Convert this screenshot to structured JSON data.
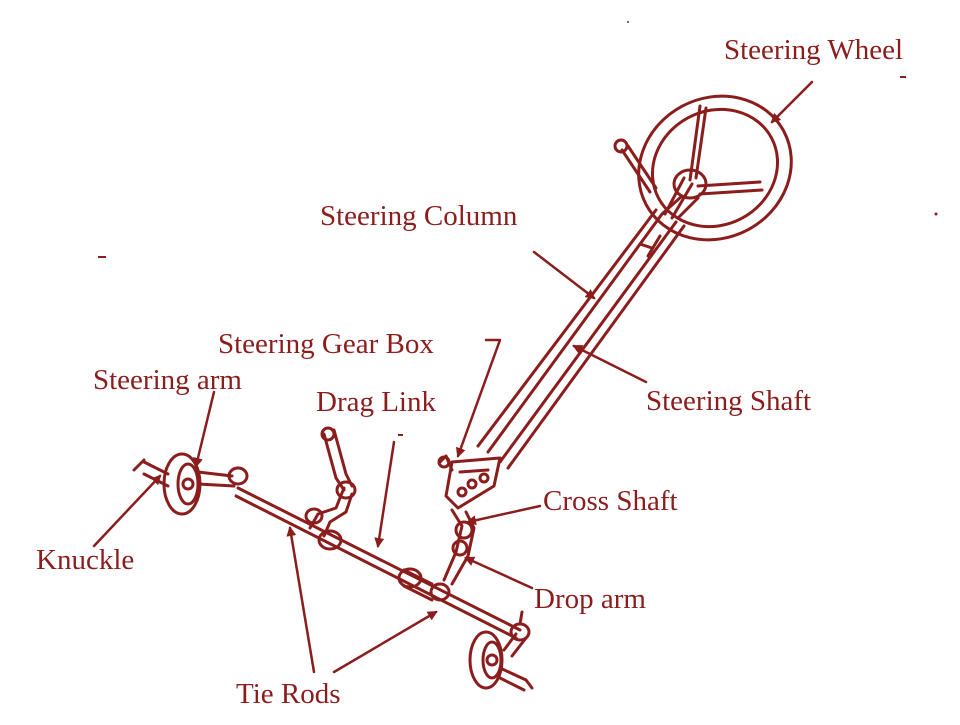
{
  "labels": {
    "steering_wheel": "Steering Wheel",
    "steering_column": "Steering Column",
    "steering_gear_box": "Steering Gear Box",
    "steering_arm": "Steering arm",
    "drag_link": "Drag Link",
    "steering_shaft": "Steering Shaft",
    "cross_shaft": "Cross Shaft",
    "knuckle": "Knuckle",
    "drop_arm": "Drop arm",
    "tie_rods": "Tie Rods"
  },
  "colors": {
    "ink": "#8b1d1d",
    "background": "#ffffff"
  }
}
